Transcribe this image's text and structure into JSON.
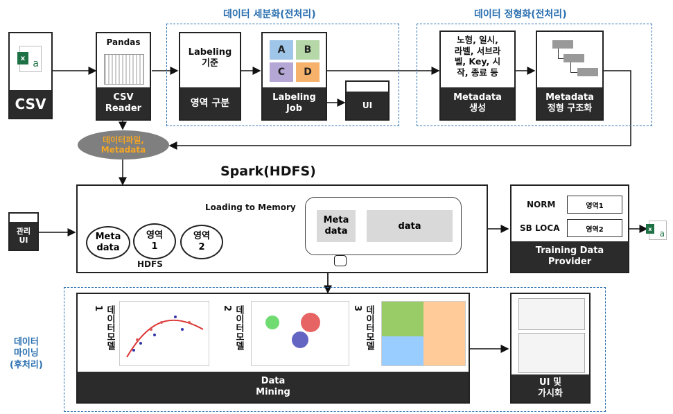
{
  "titles": {
    "subdivision": "데이터 세분화(전처리)",
    "formalization": "데이터 정형화(전처리)",
    "spark": "Spark(HDFS)",
    "mining_side": "데이터\n마이닝\n(후처리)"
  },
  "csv": {
    "label": "CSV",
    "icon": "excel-file-icon"
  },
  "reader": {
    "top": "Pandas",
    "bar": "CSV\nReader"
  },
  "labeling_basis": {
    "text": "Labeling\n기준",
    "bar": "영역 구분"
  },
  "labeling_job": {
    "tiles": [
      "A",
      "B",
      "C",
      "D"
    ],
    "bar": "Labeling\nJob"
  },
  "ui_box": {
    "label": "UI"
  },
  "metadata_gen": {
    "text": "노형, 일시,\n라벨, 서브라\n벨, Key, 시\n작, 종료 등",
    "bar": "Metadata\n생성"
  },
  "metadata_struct": {
    "bar": "Metadata\n정형 구조화"
  },
  "data_file": {
    "text": "데이터파일,\nMetadata"
  },
  "admin_ui": {
    "label": "관리\nUI"
  },
  "hdfs": {
    "circles": [
      "Meta\ndata",
      "영역\n1",
      "영역\n2"
    ],
    "label": "HDFS",
    "loading": "Loading to Memory"
  },
  "memory": {
    "meta": "Meta\ndata",
    "data": "data"
  },
  "provider": {
    "rows": [
      {
        "key": "NORM",
        "value": "영역1"
      },
      {
        "key": "SB LOCA",
        "value": "영역2"
      }
    ],
    "bar": "Training Data\nProvider"
  },
  "mining": {
    "models": [
      "데이터모델\n1",
      "데이터모델\n2",
      "데이터모델\n3"
    ],
    "bar": "Data\nMining"
  },
  "viz": {
    "bar": "UI 및\n가시화"
  },
  "colors": {
    "accent_blue": "#2a6fb0",
    "dark_bar": "#2b2b2b",
    "orange_text": "#f5a623",
    "tile_a": "#9fc5e8",
    "tile_b": "#b6d7a8",
    "tile_c": "#b4a7d6",
    "tile_d": "#f6b26b"
  }
}
